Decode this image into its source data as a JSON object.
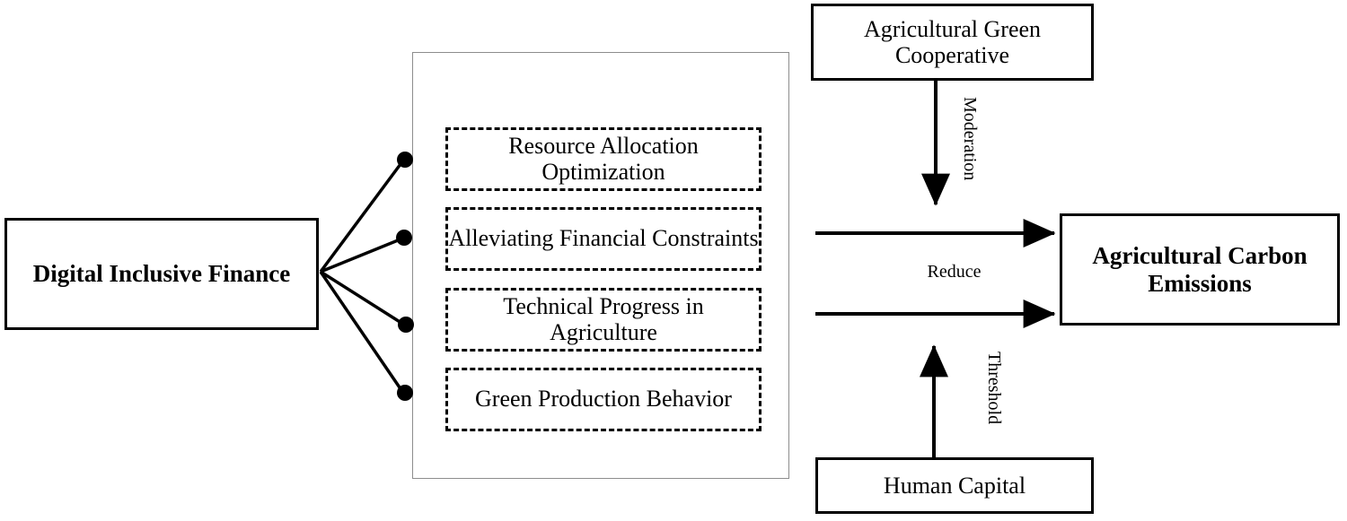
{
  "diagram": {
    "title_nodes": {
      "source": {
        "label": "Digital Inclusive Finance",
        "style": "bold"
      },
      "outcome": {
        "label": "Agricultural Carbon Emissions",
        "style": "bold"
      },
      "moderator": {
        "label": "Agricultural Green Cooperative",
        "style": "regular"
      },
      "threshold_variable": {
        "label": "Human Capital",
        "style": "regular"
      }
    },
    "mechanisms": [
      {
        "label": "Resource Allocation Optimization"
      },
      {
        "label": "Alleviating Financial Constraints"
      },
      {
        "label": "Technical Progress in Agriculture"
      },
      {
        "label": "Green Production Behavior"
      }
    ],
    "edge_labels": {
      "moderation": "Moderation",
      "reduce": "Reduce",
      "threshold": "Threshold"
    },
    "colors": {
      "stroke": "#000000",
      "panel_border": "#8d8d8d",
      "background": "#ffffff"
    }
  }
}
